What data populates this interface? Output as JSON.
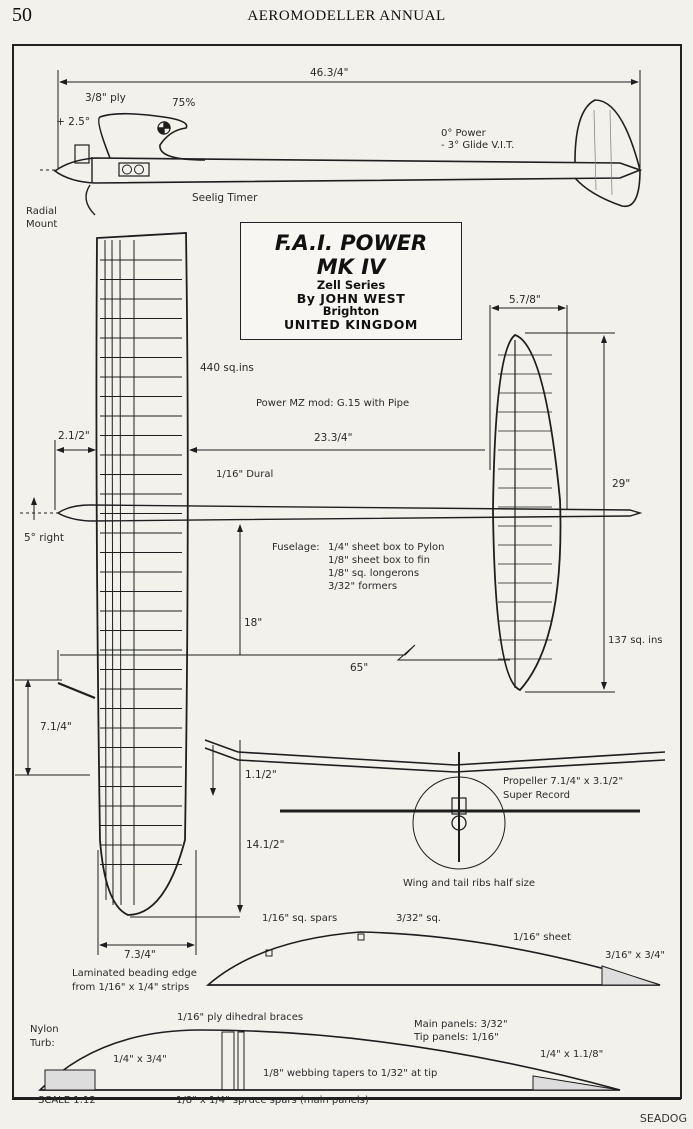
{
  "header": {
    "page_number": "50",
    "publication": "AEROMODELLER ANNUAL"
  },
  "title_box": {
    "line1": "F.A.I. POWER",
    "line2": "MK IV",
    "series": "Zell Series",
    "author": "By JOHN WEST",
    "town": "Brighton",
    "country": "UNITED KINGDOM"
  },
  "side_view": {
    "overall_length": "46.3/4\"",
    "pylon_material": "3/8\" ply",
    "cg_position": "75%",
    "wing_incidence": "+ 2.5°",
    "tail_incidence_power": "0° Power",
    "tail_incidence_glide": "- 3° Glide V.I.T.",
    "timer": "Seelig Timer",
    "mount_line1": "Radial",
    "mount_line2": "Mount"
  },
  "plan_view": {
    "wing_area": "440 sq.ins",
    "engine": "Power MZ mod: G.15 with Pipe",
    "nose_moment": "2.1/2\"",
    "tail_moment": "23.3/4\"",
    "tongue": "1/16\" Dural",
    "downthrust": "5° right",
    "fuselage_label": "Fuselage:",
    "fuselage_spec": [
      "1/4\" sheet box to Pylon",
      "1/8\" sheet box to fin",
      "1/8\" sq. longerons",
      "3/32\" formers"
    ],
    "centre_panel_span": "18\"",
    "wingspan": "65\"",
    "tip_dihedral": "7.1/4\"",
    "centre_dihedral": "1.1/2\"",
    "tip_panel_span": "14.1/2\"",
    "root_chord": "7.3/4\""
  },
  "tailplane": {
    "chord": "5.7/8\"",
    "span": "29\"",
    "area": "137 sq. ins"
  },
  "front_view": {
    "propeller": "Propeller 7.1/4\" x 3.1/2\"",
    "prop_make": "Super Record",
    "rib_note": "Wing and tail ribs half size"
  },
  "tail_rib": {
    "spars": "1/16\" sq. spars",
    "spar_sq": "3/32\" sq.",
    "sheet": "1/16\" sheet",
    "trailing_edge": "3/16\" x 3/4\"",
    "le_line1": "Laminated beading edge",
    "le_line2": "from 1/16\" x 1/4\" strips"
  },
  "wing_rib": {
    "turbulator_line1": "Nylon",
    "turbulator_line2": "Turb:",
    "leading_edge": "1/4\" x 3/4\"",
    "braces": "1/16\" ply dihedral braces",
    "webbing": "1/8\" webbing tapers to 1/32\" at tip",
    "ribs_main": "Main panels: 3/32\"",
    "ribs_tip": "Tip panels:   1/16\"",
    "trailing_edge": "1/4\" x 1.1/8\"",
    "spars": "1/8\" x 1/4\" spruce spars (main panels)",
    "scale": "SCALE 1:12"
  },
  "footer": {
    "credit": "SEADOG"
  }
}
